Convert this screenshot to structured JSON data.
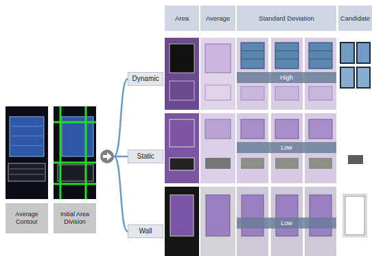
{
  "diagram": {
    "nodes": [
      {
        "text": [
          "Average Contour"
        ]
      },
      {
        "text": [
          "Initial Area Division"
        ]
      },
      {
        "text": [
          "Area"
        ]
      },
      {
        "text": [
          "Average"
        ]
      },
      {
        "text": [
          "Standard Deviation"
        ]
      },
      {
        "text": [
          "Candidate"
        ]
      },
      {
        "text": [
          "Dynamic"
        ]
      },
      {
        "text": [
          "High"
        ]
      },
      {
        "text": [
          "Static"
        ]
      },
      {
        "text": [
          "Low"
        ]
      },
      {
        "text": [
          "Wall"
        ]
      },
      {
        "text": [
          "Low"
        ]
      }
    ]
  }
}
